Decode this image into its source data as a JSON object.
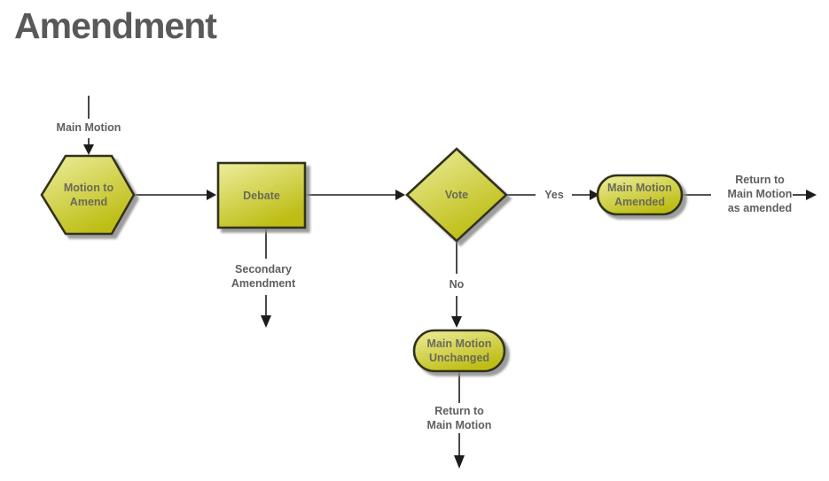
{
  "title": "Amendment",
  "colors": {
    "page_bg": "#ffffff",
    "title_text": "#595959",
    "label_text": "#5f5f5f",
    "shape_text": "#6a6a58",
    "shape_border": "#32321e",
    "shape_fill_light": "#eded9e",
    "shape_fill_dark": "#bdbd14",
    "shadow": "#9a9a9a",
    "line": "#1c1c1c"
  },
  "nodes": {
    "motion_to_amend": "Motion to\nAmend",
    "debate": "Debate",
    "vote": "Vote",
    "main_motion_amended": "Main Motion\nAmended",
    "main_motion_unchanged": "Main Motion\nUnchanged"
  },
  "edge_labels": {
    "main_motion": "Main Motion",
    "secondary_amendment": "Secondary\nAmendment",
    "yes": "Yes",
    "no": "No",
    "return_to_main_motion_as_amended": "Return to\nMain Motion\nas amended",
    "return_to_main_motion": "Return to\nMain Motion"
  }
}
